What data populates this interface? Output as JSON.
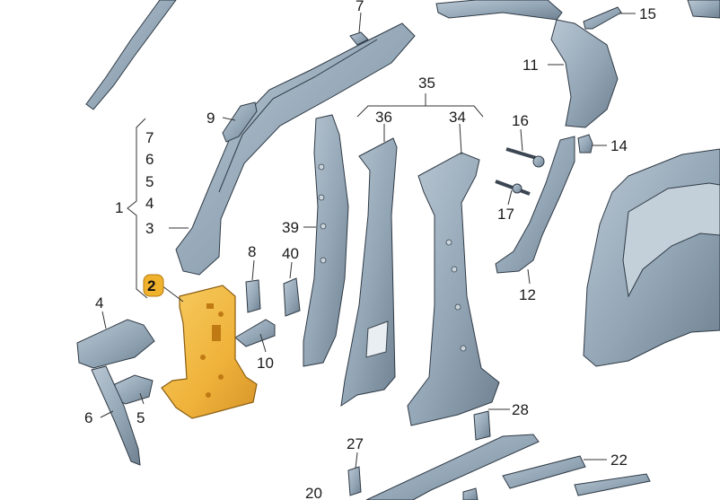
{
  "callouts": {
    "c1": "1",
    "c2": "2",
    "c3": "3",
    "c4a": "4",
    "c4b": "4",
    "c5a": "5",
    "c5b": "5",
    "c6a": "6",
    "c6b": "6",
    "c7a": "7",
    "c7b": "7",
    "c8": "8",
    "c9": "9",
    "c10": "10",
    "c11": "11",
    "c12": "12",
    "c14": "14",
    "c15": "15",
    "c17": "17",
    "c16": "16",
    "c20": "20",
    "c22": "22",
    "c27": "27",
    "c28": "28",
    "c34": "34",
    "c35": "35",
    "c36": "36",
    "c39": "39",
    "c40": "40"
  },
  "colors": {
    "steel_light": "#a9b9c7",
    "steel_dark": "#6f8191",
    "highlight_part": "#f2b43a",
    "highlight_badge": "#f0b22c"
  },
  "highlighted_part": "2"
}
